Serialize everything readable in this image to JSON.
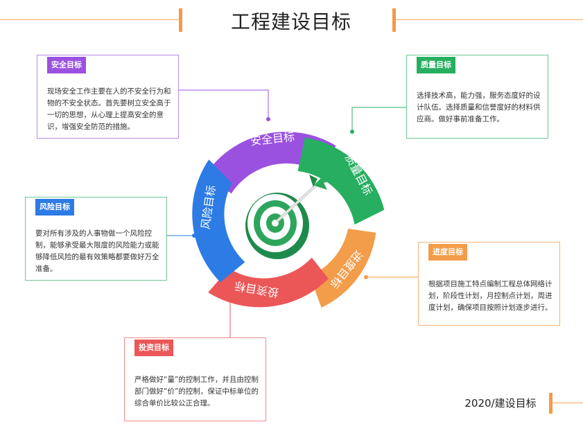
{
  "title": "工程建设目标",
  "footer": "2020/建设目标",
  "ring": {
    "safety": "安全目标",
    "quality": "质量目标",
    "progress": "进度目标",
    "invest": "投资目标",
    "risk": "风险目标"
  },
  "cards": {
    "safety": {
      "tag": "安全目标",
      "text": "现场安全工作主要在人的不安全行为和物的不安全状态。首先要树立安全高于一切的思想，从心理上提高安全的意识，增强安全防范的措施。"
    },
    "quality": {
      "tag": "质量目标",
      "text": "选择技术高，能力强，服务态度好的设计队伍。选择质量和信誉度好的材料供应商。做好事前准备工作。"
    },
    "risk": {
      "tag": "风险目标",
      "text": "要对所有涉及的人事物做一个风险控制，能够承受最大限度的风险能力或能够降低风险的最有效策略都要做好万全准备。"
    },
    "progress": {
      "tag": "进度目标",
      "text": "根据项目施工特点编制工程总体网络计划，阶段性计划，月控制点计划，周进度计划，确保项目按照计划逐步进行。"
    },
    "invest": {
      "tag": "投资目标",
      "text": "严格做好“量”的控制工作，并且由控制部门做好“价”的控制，保证中标单位的综合单价比较公正合理。"
    }
  },
  "colors": {
    "safety": "#9b51e0",
    "quality": "#27ae60",
    "progress": "#f39c4a",
    "invest": "#eb5757",
    "risk": "#2d7be5",
    "accent": "#f39a4a"
  }
}
